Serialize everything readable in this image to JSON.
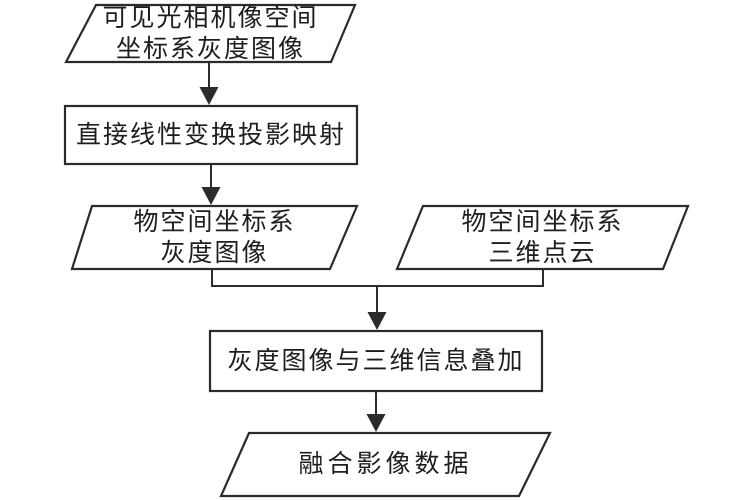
{
  "diagram": {
    "type": "flowchart",
    "colors": {
      "stroke": "#2b2b2b",
      "text": "#1e1e1e",
      "background": "#ffffff"
    },
    "nodes": [
      {
        "id": "camera-image",
        "shape": "parallelogram",
        "lines": [
          "可见光相机像空间",
          "坐标系灰度图像"
        ]
      },
      {
        "id": "dlt-projection",
        "shape": "rectangle",
        "lines": [
          "直接线性变换投影映射"
        ]
      },
      {
        "id": "object-gray",
        "shape": "parallelogram",
        "lines": [
          "物空间坐标系",
          "灰度图像"
        ]
      },
      {
        "id": "object-cloud",
        "shape": "parallelogram",
        "lines": [
          "物空间坐标系",
          "三维点云"
        ]
      },
      {
        "id": "overlay",
        "shape": "rectangle",
        "lines": [
          "灰度图像与三维信息叠加"
        ]
      },
      {
        "id": "fused-data",
        "shape": "parallelogram",
        "lines": [
          "融合影像数据"
        ]
      }
    ],
    "edges": [
      {
        "from": "camera-image",
        "to": "dlt-projection"
      },
      {
        "from": "dlt-projection",
        "to": "object-gray"
      },
      {
        "from": "object-gray",
        "to": "overlay"
      },
      {
        "from": "object-cloud",
        "to": "overlay"
      },
      {
        "from": "overlay",
        "to": "fused-data"
      }
    ]
  }
}
